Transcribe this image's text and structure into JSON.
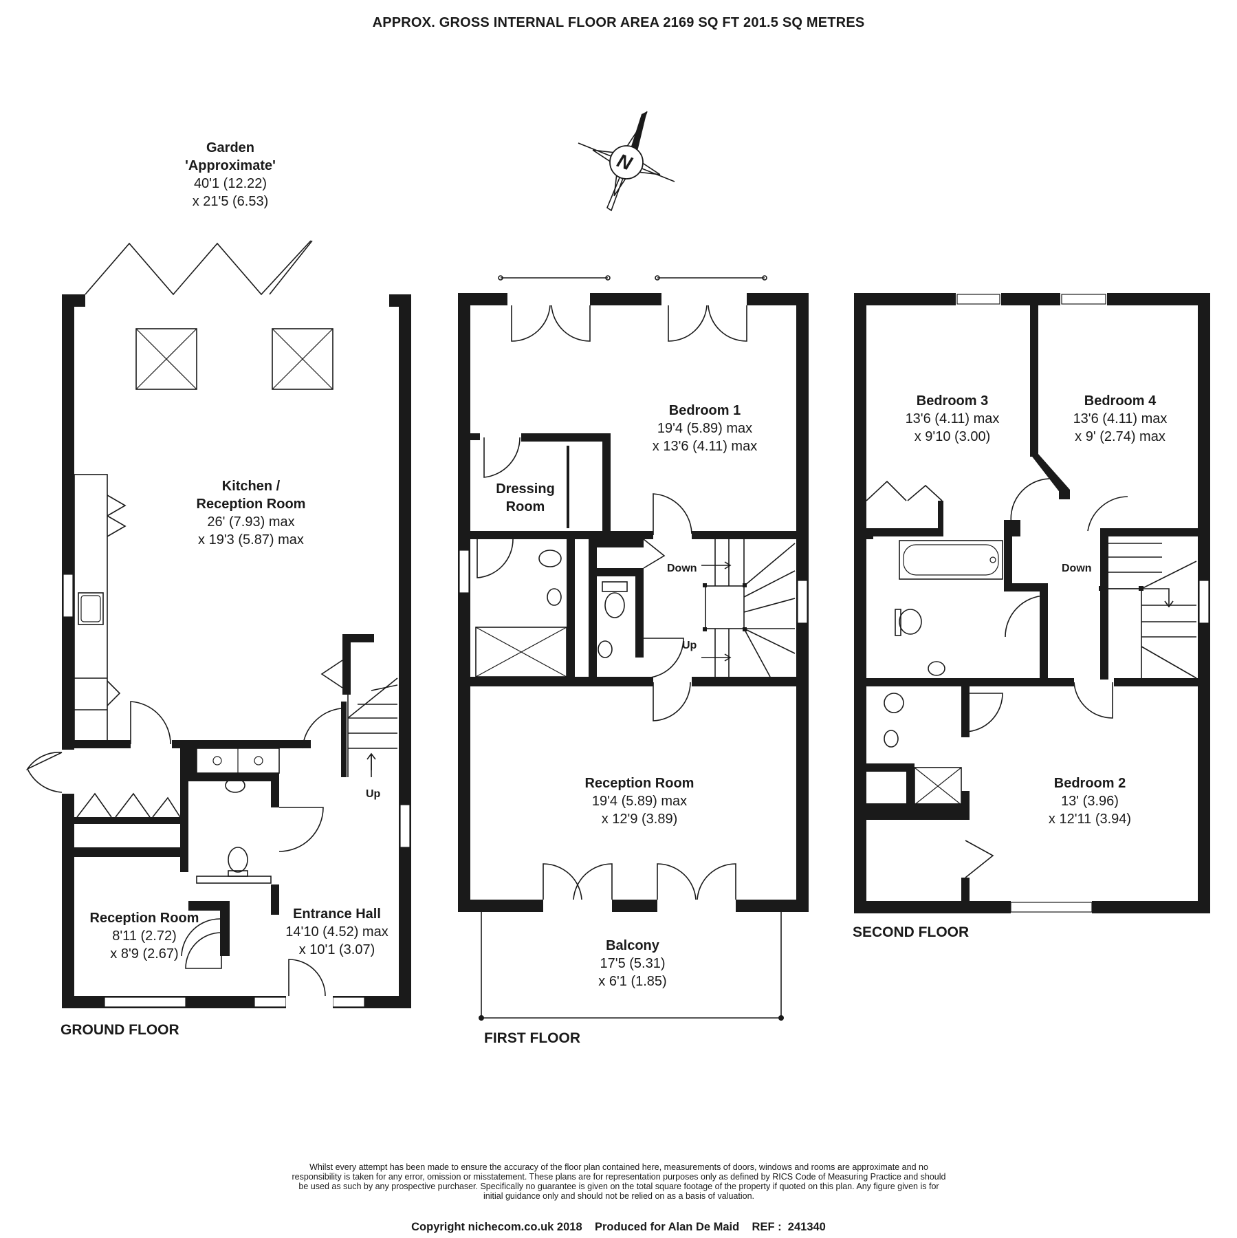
{
  "header": {
    "title": "APPROX. GROSS INTERNAL FLOOR AREA 2169 SQ FT 201.5 SQ METRES"
  },
  "compass": {
    "letter": "N"
  },
  "garden": {
    "name": "Garden",
    "note": "'Approximate'",
    "dim1": "40'1 (12.22)",
    "dim2": "x 21'5 (6.53)"
  },
  "ground_floor": {
    "label": "GROUND FLOOR",
    "kitchen": {
      "name1": "Kitchen /",
      "name2": "Reception Room",
      "dim1": "26' (7.93) max",
      "dim2": "x 19'3 (5.87) max"
    },
    "reception": {
      "name": "Reception Room",
      "dim1": "8'11 (2.72)",
      "dim2": "x  8'9 (2.67)"
    },
    "hall": {
      "name": "Entrance Hall",
      "dim1": "14'10 (4.52) max",
      "dim2": "x 10'1 (3.07)"
    },
    "stairs_label": "Up"
  },
  "first_floor": {
    "label": "FIRST FLOOR",
    "bedroom1": {
      "name": "Bedroom 1",
      "dim1": "19'4 (5.89) max",
      "dim2": "x 13'6 (4.11) max"
    },
    "dressing": {
      "name1": "Dressing",
      "name2": "Room"
    },
    "reception": {
      "name": "Reception Room",
      "dim1": "19'4 (5.89) max",
      "dim2": "x 12'9 (3.89)"
    },
    "balcony": {
      "name": "Balcony",
      "dim1": "17'5 (5.31)",
      "dim2": "x 6'1 (1.85)"
    },
    "stairs_down": "Down",
    "stairs_up": "Up"
  },
  "second_floor": {
    "label": "SECOND FLOOR",
    "bedroom3": {
      "name": "Bedroom 3",
      "dim1": "13'6 (4.11) max",
      "dim2": "x 9'10 (3.00)"
    },
    "bedroom4": {
      "name": "Bedroom 4",
      "dim1": "13'6 (4.11) max",
      "dim2": "x 9' (2.74) max"
    },
    "bedroom2": {
      "name": "Bedroom 2",
      "dim1": "13' (3.96)",
      "dim2": "x 12'11 (3.94)"
    },
    "stairs_down": "Down"
  },
  "disclaimer": "Whilst every attempt has been made to ensure the accuracy of the floor plan contained here, measurements of doors, windows and rooms are approximate and no responsibility is taken for any error, omission or misstatement. These plans are for representation purposes only as defined by RICS Code of Measuring Practice and should be used as such by any prospective purchaser.  Specifically no guarantee is given on the total square footage of the property if quoted on this plan. Any figure given is for initial guidance only and should not be relied on as a basis of valuation.",
  "footer": "Copyright nichecom.co.uk 2018    Produced for Alan De Maid    REF :  241340"
}
